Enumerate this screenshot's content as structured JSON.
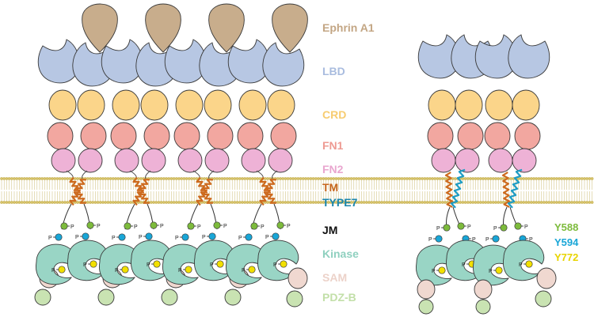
{
  "domain_labels": {
    "ephrin": "Ephrin A1",
    "lbd": "LBD",
    "crd": "CRD",
    "fn1": "FN1",
    "fn2": "FN2",
    "tm": "TM",
    "type7": "TYPE7",
    "jm": "JM",
    "kinase": "Kinase",
    "sam": "SAM",
    "pdzb": "PDZ-B"
  },
  "residue_labels": {
    "y588": "Y588",
    "y594": "Y594",
    "y772": "Y772"
  },
  "phospho_label": "P",
  "colors": {
    "ephrin": "#c8ad8c",
    "lbd": "#b7c7e3",
    "crd": "#fbd58a",
    "fn1": "#f2a7a0",
    "fn2": "#eeb2d6",
    "tm_helix": "#cd6a1e",
    "type7_helix": "#1e9cc4",
    "membrane_head": "#d8c46a",
    "jm_text": "#111111",
    "kinase": "#99d5c5",
    "sam": "#f0d8d0",
    "pdzb": "#c9e3b2",
    "y588": "#7dbb3c",
    "y594": "#19a6d7",
    "y772": "#f2e000"
  }
}
